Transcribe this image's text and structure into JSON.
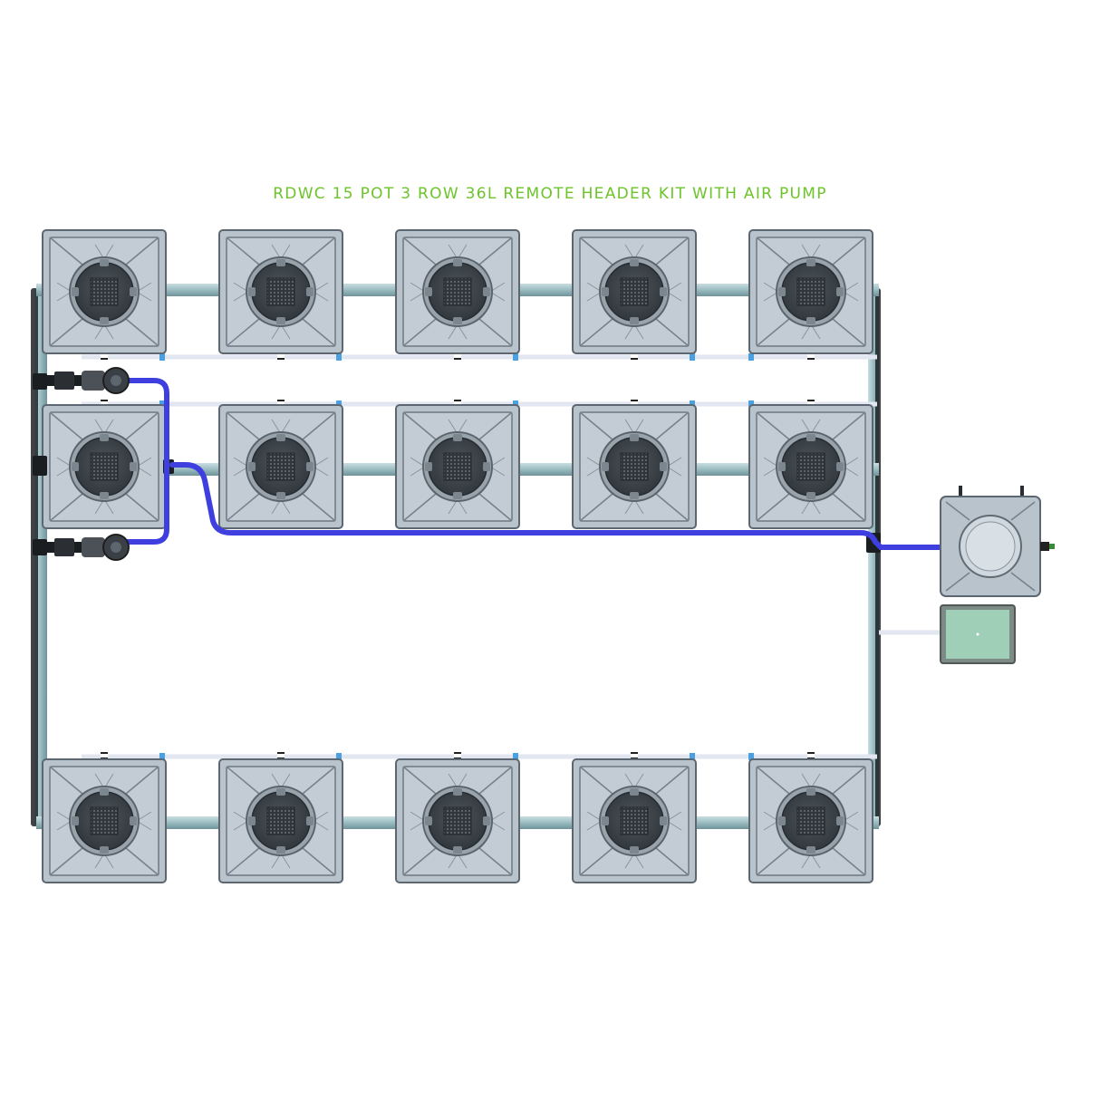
{
  "title": "RDWC 15 POT 3 ROW 36L REMOTE HEADER KIT WITH AIR PUMP",
  "layout": {
    "rows": 3,
    "pots_per_row": 5,
    "pot_count": 15
  },
  "components": {
    "pot": "square-grow-pot",
    "header_tank": "remote-header-tank",
    "air_pump": "air-pump",
    "pumps": [
      "inline-pump-upper",
      "inline-pump-lower"
    ]
  },
  "colors": {
    "title": "#6dc42a",
    "pot_body": "#b9c3cc",
    "pot_outline": "#5d6771",
    "net_pot": "#3e454c",
    "main_pipe": "#8fb3b9",
    "air_line": "#e2e6f0",
    "water_hose": "#3f3fe0",
    "air_pump_body": "#9fcfb6"
  }
}
